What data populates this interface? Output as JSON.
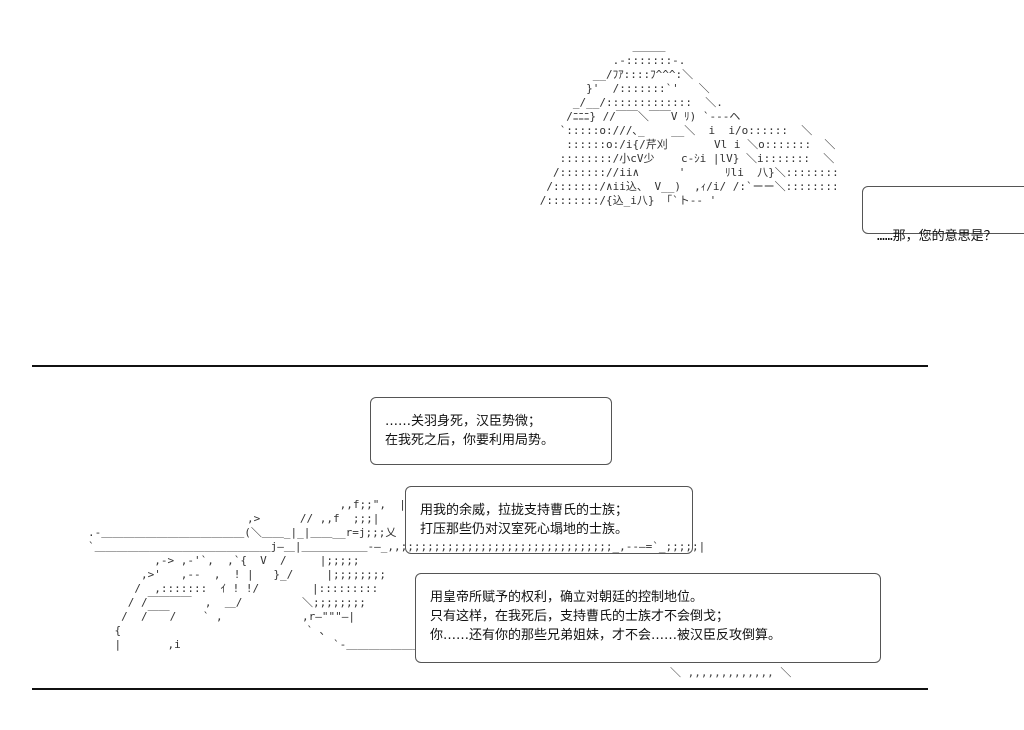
{
  "panel1": {
    "dialogue": [
      "……那，您的意思是？"
    ]
  },
  "panel2": {
    "dialogue_top": [
      "……关羽身死，汉臣势微；",
      "在我死之后，你要利用局势。"
    ],
    "dialogue_middle": [
      "用我的余威，拉拢支持曹氏的士族；",
      "打压那些仍对汉室死心塌地的士族。"
    ],
    "dialogue_bottom": [
      "用皇帝所赋予的权利，确立对朝廷的控制地位。",
      "只有这样，在我死后，支持曹氏的士族才不会倒戈；",
      "你……还有你的那些兄弟姐妹，才不会……被汉臣反攻倒算。"
    ]
  }
}
